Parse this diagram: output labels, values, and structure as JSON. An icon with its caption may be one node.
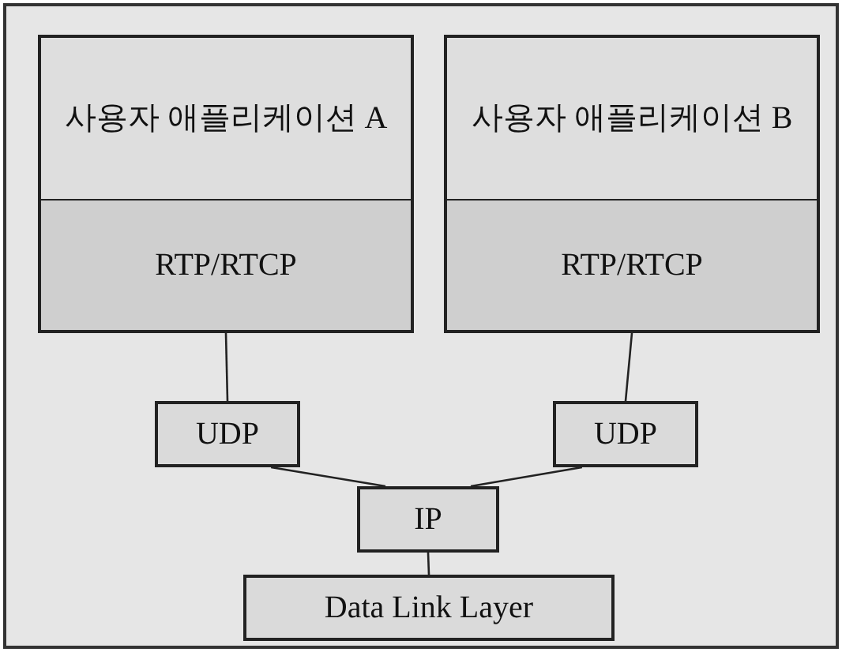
{
  "diagram": {
    "nodes": [
      {
        "text": [
          "사용자 애플리케이션 A"
        ]
      },
      {
        "text": [
          "RTP/RTCP"
        ]
      },
      {
        "text": [
          "사용자 애플리케이션 B"
        ]
      },
      {
        "text": [
          "RTP/RTCP"
        ]
      },
      {
        "text": [
          "UDP"
        ]
      },
      {
        "text": [
          "UDP"
        ]
      },
      {
        "text": [
          "IP"
        ]
      },
      {
        "text": [
          "Data Link Layer"
        ]
      }
    ],
    "edges": [
      {
        "from": 1,
        "to": 4,
        "arrow": "none"
      },
      {
        "from": 3,
        "to": 5,
        "arrow": "none"
      },
      {
        "from": 4,
        "to": 6,
        "arrow": "none"
      },
      {
        "from": 5,
        "to": 6,
        "arrow": "none"
      },
      {
        "from": 6,
        "to": 7,
        "arrow": "none"
      }
    ]
  }
}
